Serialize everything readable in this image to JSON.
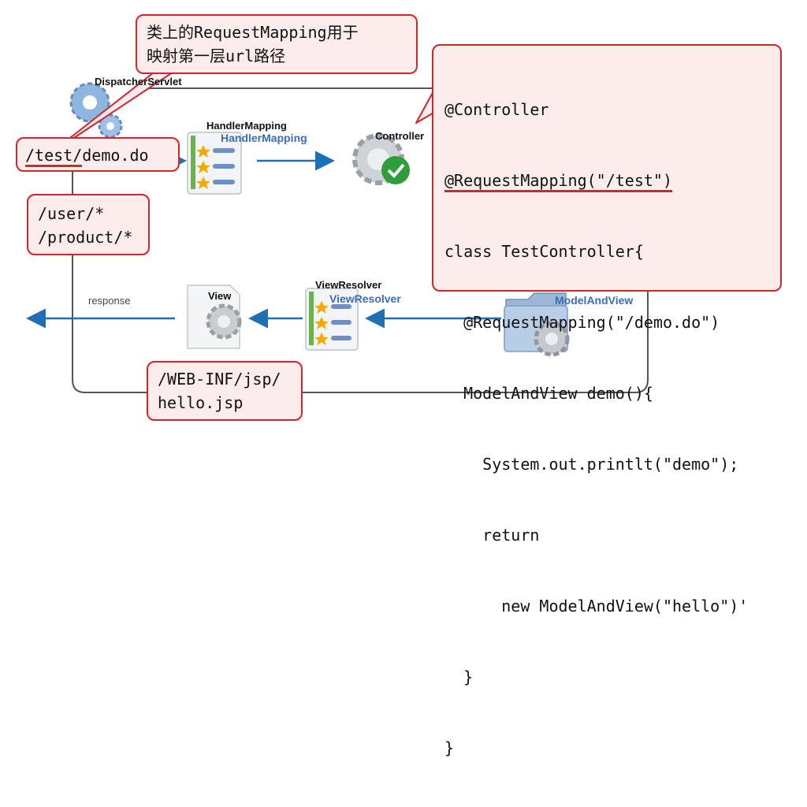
{
  "dispatcher": {
    "label": "DispatcherServlet"
  },
  "handler_mapping": {
    "label": "HandlerMapping",
    "sublabel": "HandlerMapping"
  },
  "controller": {
    "label": "Controller"
  },
  "view_resolver": {
    "label": "ViewResolver",
    "sublabel": "ViewResolver"
  },
  "model_and_view": {
    "sublabel": "ModelAndView"
  },
  "view": {
    "label": "View"
  },
  "response": {
    "label": "response"
  },
  "callouts": {
    "class_mapping_note": {
      "line1": "类上的RequestMapping用于",
      "line2": "映射第一层url路径"
    },
    "url": {
      "prefix": "/test/",
      "suffix": "demo.do"
    },
    "paths": {
      "line1": "/user/*",
      "line2": "/product/*"
    },
    "view_path": {
      "line1": "/WEB-INF/jsp/",
      "line2": "hello.jsp"
    },
    "code_lines": [
      "@Controller",
      "@RequestMapping(\"/test\")",
      "class TestController{",
      "  @RequestMapping(\"/demo.do\")",
      "  ModelAndView demo(){",
      "    System.out.printlt(\"demo\");",
      "    return",
      "      new ModelAndView(\"hello\")'",
      "  }",
      "}"
    ]
  },
  "colors": {
    "callout_border": "#d2262e",
    "callout_fill": "#fdecec",
    "arrow": "#1f6fb5",
    "underline": "#d2262e"
  }
}
